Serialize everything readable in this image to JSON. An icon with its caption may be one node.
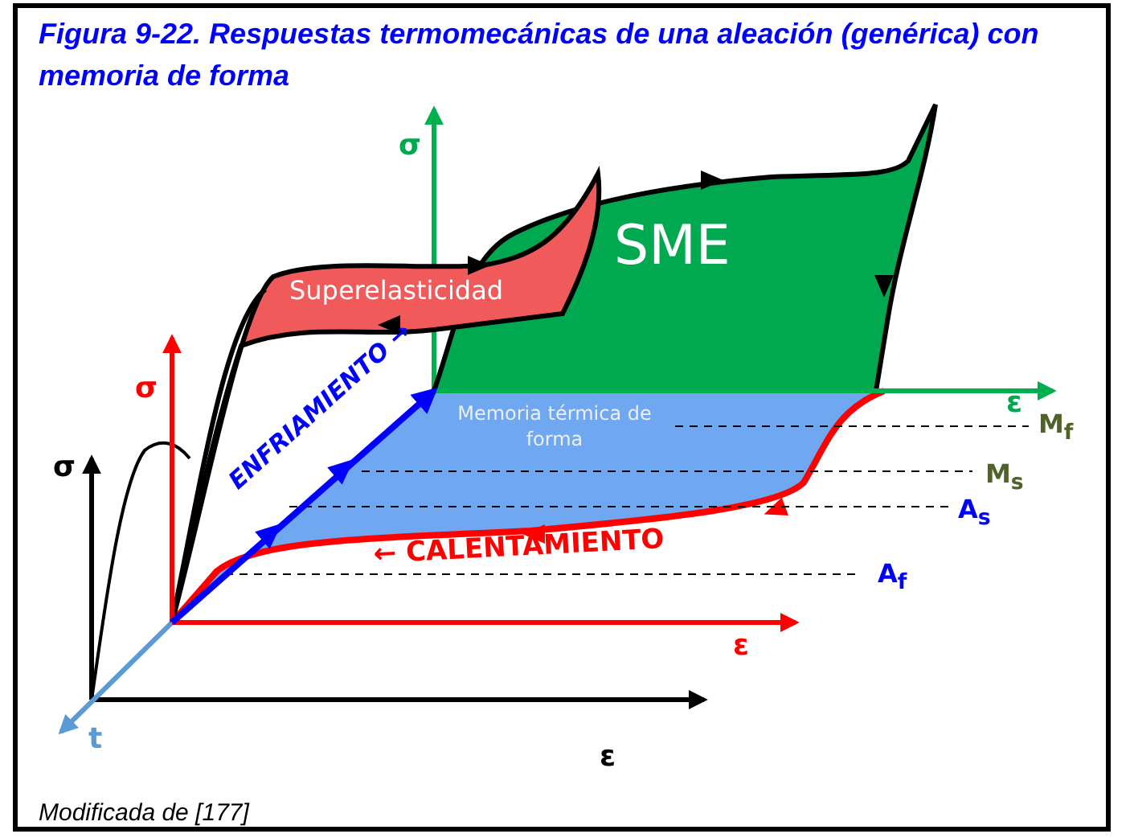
{
  "diagram": {
    "title": "Figura 9-22. Respuestas termomecánicas de una aleación (genérica) con memoria de forma",
    "caption": "Modificada de [177]",
    "labels": [
      "σ",
      "SME",
      "Superelasticidad",
      "σ",
      "ε",
      "M$_{f}$",
      "σ",
      "ENFRIAMIENTO →",
      "Memoria térmica de forma",
      "M$_{s}$",
      "A$_{s}$",
      "← CALENTAMIENTO",
      "A$_{f}$",
      "ε",
      "t",
      "ε"
    ]
  }
}
